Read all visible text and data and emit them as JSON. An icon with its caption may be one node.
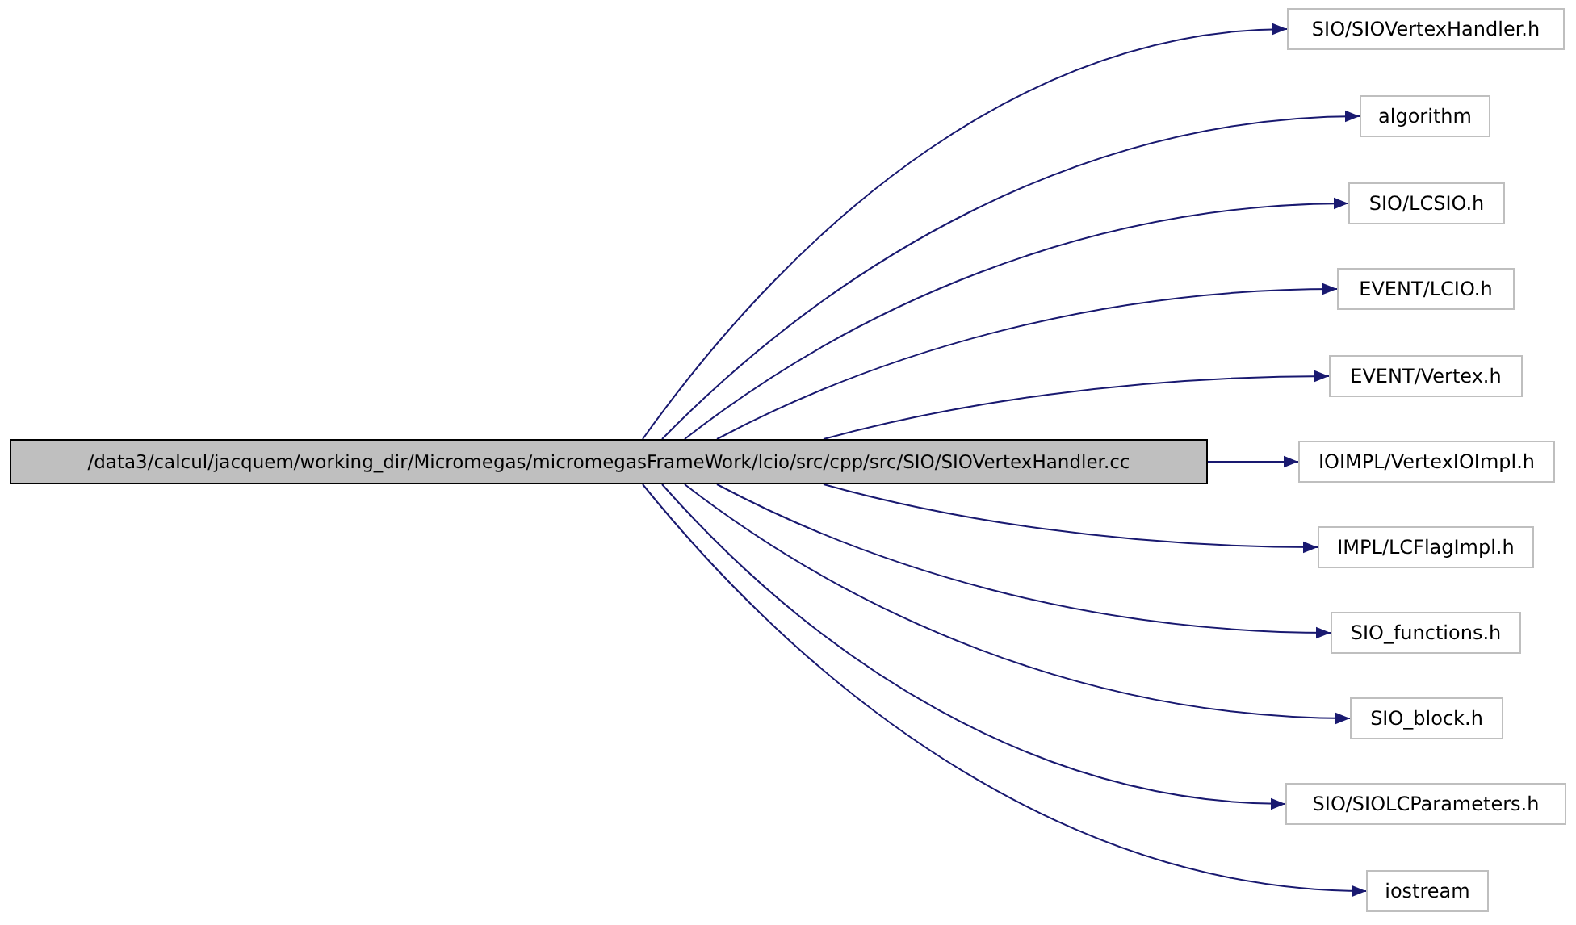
{
  "diagram": {
    "nodes": [
      {
        "text": [
          "/data3/calcul/jacquem/working_dir/Micromegas/micromegasFrameWork/lcio/src/cpp/src/SIO/SIOVertexHandler.cc"
        ]
      },
      {
        "text": [
          "SIO/SIOVertexHandler.h"
        ]
      },
      {
        "text": [
          "algorithm"
        ]
      },
      {
        "text": [
          "SIO/LCSIO.h"
        ]
      },
      {
        "text": [
          "EVENT/LCIO.h"
        ]
      },
      {
        "text": [
          "EVENT/Vertex.h"
        ]
      },
      {
        "text": [
          "IOIMPL/VertexIOImpl.h"
        ]
      },
      {
        "text": [
          "IMPL/LCFlagImpl.h"
        ]
      },
      {
        "text": [
          "SIO_functions.h"
        ]
      },
      {
        "text": [
          "SIO_block.h"
        ]
      },
      {
        "text": [
          "SIO/SIOLCParameters.h"
        ]
      },
      {
        "text": [
          "iostream"
        ]
      }
    ],
    "edges": [
      {
        "from": 0,
        "to": 1,
        "arrow": "to"
      },
      {
        "from": 0,
        "to": 2,
        "arrow": "to"
      },
      {
        "from": 0,
        "to": 3,
        "arrow": "to"
      },
      {
        "from": 0,
        "to": 4,
        "arrow": "to"
      },
      {
        "from": 0,
        "to": 5,
        "arrow": "to"
      },
      {
        "from": 0,
        "to": 6,
        "arrow": "to"
      },
      {
        "from": 0,
        "to": 7,
        "arrow": "to"
      },
      {
        "from": 0,
        "to": 8,
        "arrow": "to"
      },
      {
        "from": 0,
        "to": 9,
        "arrow": "to"
      },
      {
        "from": 0,
        "to": 10,
        "arrow": "to"
      },
      {
        "from": 0,
        "to": 11,
        "arrow": "to"
      }
    ]
  }
}
